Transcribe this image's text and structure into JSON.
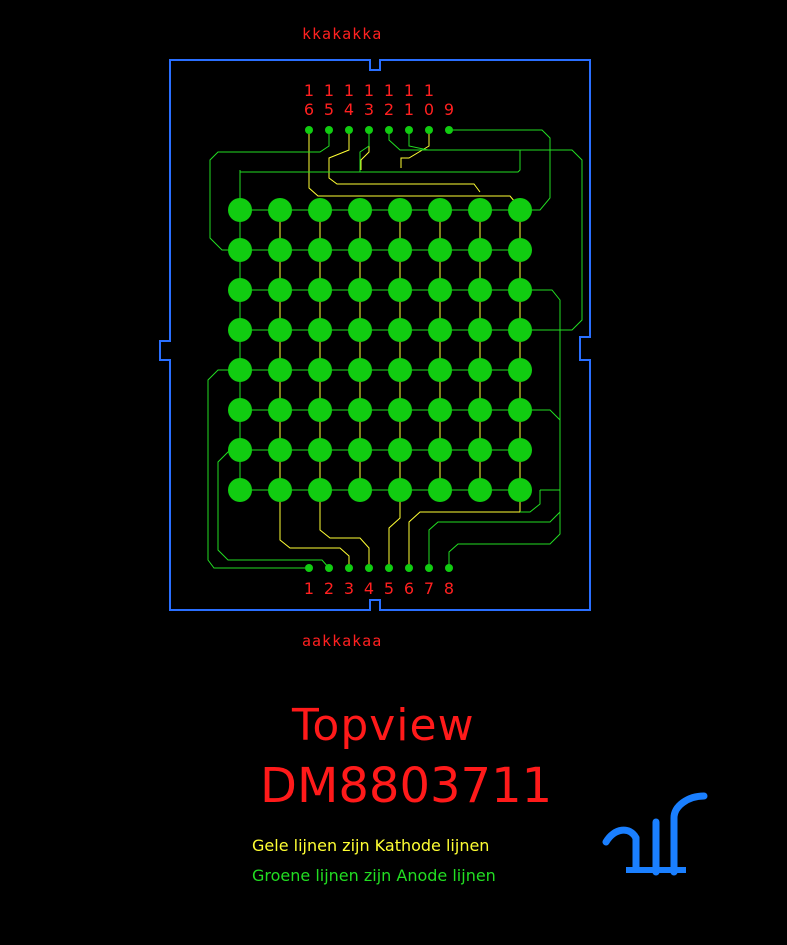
{
  "top_pin_types": "kkakakka",
  "bottom_pin_types": "aakkakaa",
  "top_pins": [
    {
      "top": "1",
      "bottom": "6"
    },
    {
      "top": "1",
      "bottom": "5"
    },
    {
      "top": "1",
      "bottom": "4"
    },
    {
      "top": "1",
      "bottom": "3"
    },
    {
      "top": "1",
      "bottom": "2"
    },
    {
      "top": "1",
      "bottom": "1"
    },
    {
      "top": "1",
      "bottom": "0"
    },
    {
      "top": "",
      "bottom": "9"
    }
  ],
  "bottom_pins": [
    "1",
    "2",
    "3",
    "4",
    "5",
    "6",
    "7",
    "8"
  ],
  "title": "Topview",
  "part_number": "DM8803711",
  "legend": {
    "yellow": "Gele lijnen zijn Kathode lijnen",
    "green": "Groene lijnen zijn Anode lijnen"
  },
  "matrix": {
    "rows": 8,
    "cols": 8
  },
  "colors": {
    "background": "#000000",
    "outline": "#2a6fff",
    "led": "#11cc11",
    "pin_text": "#ff2020",
    "anode_trace": "#22dd22",
    "kathode_trace": "#ffff33",
    "logo": "#1a7fff"
  },
  "logo_icon": "company-logo-icon"
}
